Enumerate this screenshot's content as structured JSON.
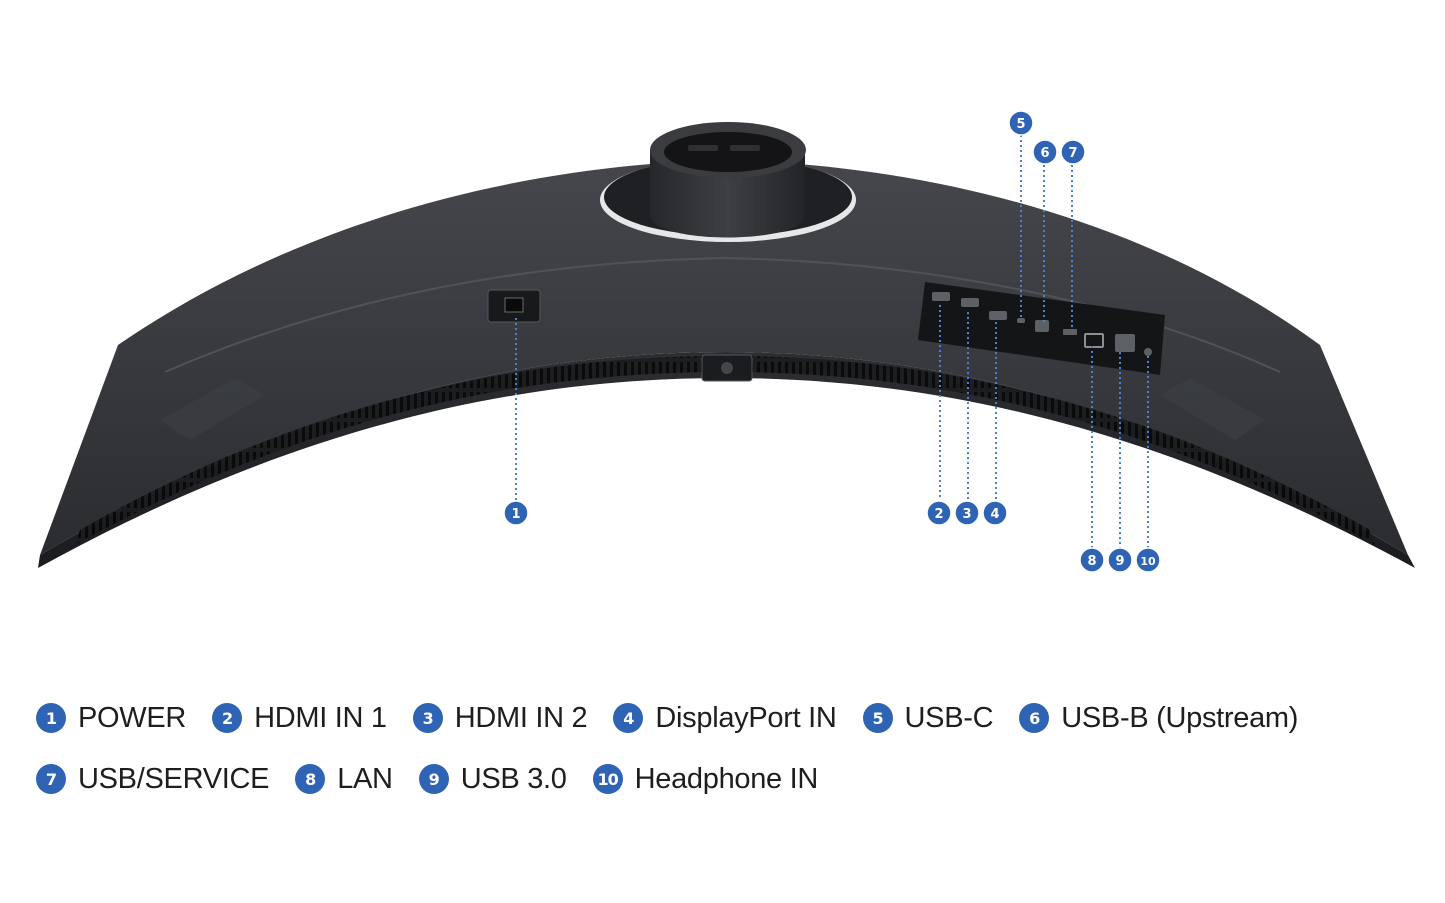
{
  "diagram": {
    "callouts": [
      {
        "num": "1",
        "target": "POWER"
      },
      {
        "num": "2",
        "target": "HDMI IN 1"
      },
      {
        "num": "3",
        "target": "HDMI IN 2"
      },
      {
        "num": "4",
        "target": "DisplayPort IN"
      },
      {
        "num": "5",
        "target": "USB-C"
      },
      {
        "num": "6",
        "target": "USB-B (Upstream)"
      },
      {
        "num": "7",
        "target": "USB/SERVICE"
      },
      {
        "num": "8",
        "target": "LAN"
      },
      {
        "num": "9",
        "target": "USB 3.0"
      },
      {
        "num": "10",
        "target": "Headphone IN"
      }
    ]
  },
  "legend": {
    "rows": [
      [
        {
          "num": "1",
          "label": "POWER"
        },
        {
          "num": "2",
          "label": "HDMI IN 1"
        },
        {
          "num": "3",
          "label": "HDMI IN 2"
        },
        {
          "num": "4",
          "label": "DisplayPort IN"
        },
        {
          "num": "5",
          "label": "USB-C"
        },
        {
          "num": "6",
          "label": "USB-B (Upstream)"
        }
      ],
      [
        {
          "num": "7",
          "label": "USB/SERVICE"
        },
        {
          "num": "8",
          "label": "LAN"
        },
        {
          "num": "9",
          "label": "USB 3.0"
        },
        {
          "num": "10",
          "label": "Headphone IN"
        }
      ]
    ]
  },
  "colors": {
    "accent": "#2f64b4",
    "body": "#2a2b2e",
    "body_light": "#3a3c40",
    "label_text": "#1e1e1e"
  }
}
